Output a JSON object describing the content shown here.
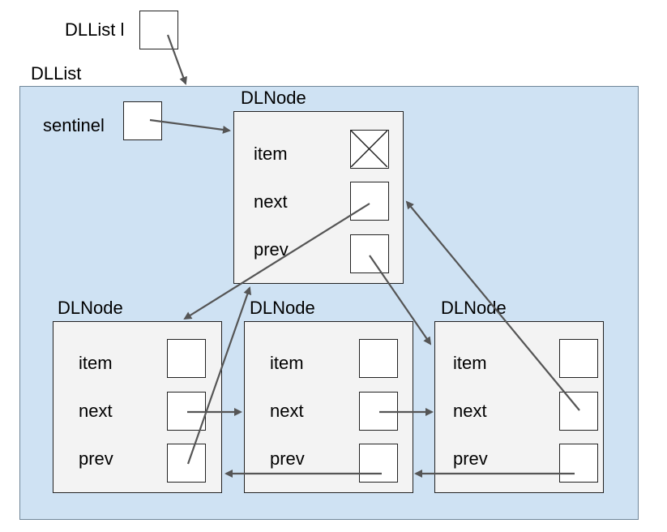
{
  "variable": {
    "label": "DLList l"
  },
  "list": {
    "label": "DLList",
    "sentinel_label": "sentinel"
  },
  "nodes": [
    {
      "title": "DLNode",
      "fields": [
        "item",
        "next",
        "prev"
      ]
    },
    {
      "title": "DLNode",
      "fields": [
        "item",
        "next",
        "prev"
      ]
    },
    {
      "title": "DLNode",
      "fields": [
        "item",
        "next",
        "prev"
      ]
    },
    {
      "title": "DLNode",
      "fields": [
        "item",
        "next",
        "prev"
      ]
    }
  ],
  "colors": {
    "container_fill": "#cfe2f3",
    "node_fill": "#f3f3f3",
    "arrow": "#555555"
  },
  "icons": {
    "null_item": "x-box-icon"
  }
}
